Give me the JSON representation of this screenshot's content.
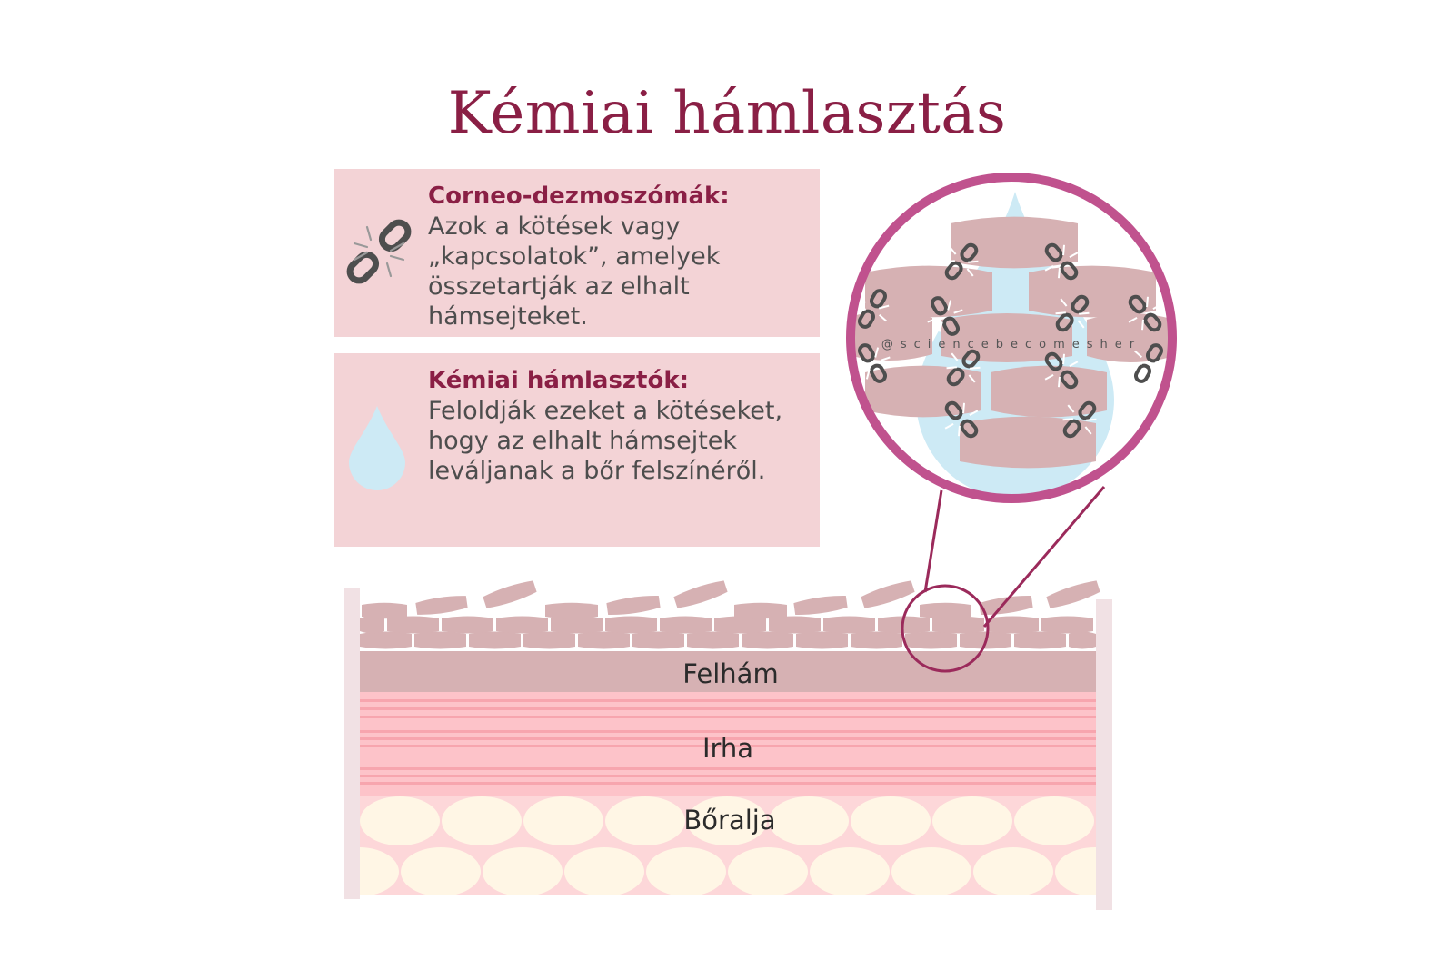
{
  "title": "Kémiai hámlasztás",
  "boxes": [
    {
      "heading": "Corneo-dezmoszómák:",
      "body": "Azok a kötések vagy „kapcsolatok”, amelyek összetartják az elhalt hámsejteket.",
      "icon": "broken-chain-icon"
    },
    {
      "heading": "Kémiai hámlasztók:",
      "body": "Feloldják ezeket a kötéseket, hogy az elhalt hámsejtek leváljanak a bőr felszínéről.",
      "icon": "water-drop-icon"
    }
  ],
  "layers": {
    "epidermis": "Felhám",
    "dermis": "Irha",
    "hypodermis": "Bőralja"
  },
  "watermark": "@sciencebecomesher",
  "colors": {
    "title": "#8a1f45",
    "magnifier": "#c0528e",
    "cell": "#d6b1b3",
    "box": "#f3d3d6",
    "dermis": "#fdc3c9",
    "dermis_stripe": "#f7a5ae",
    "fat": "#fff6e5",
    "drop": "#cdeaf5",
    "chain": "#4e4e4e"
  }
}
